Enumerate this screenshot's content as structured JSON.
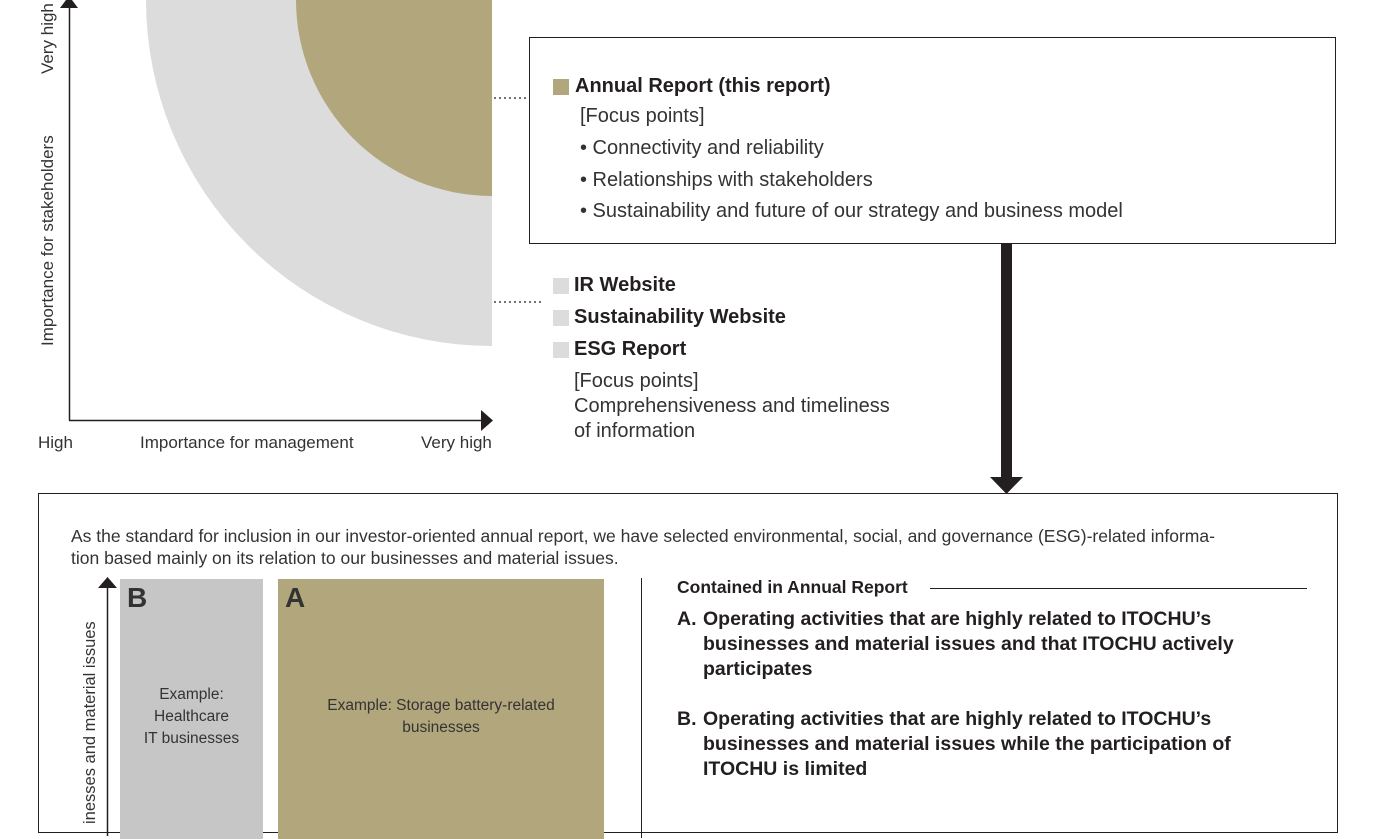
{
  "colors": {
    "annual_report": "#b2a67d",
    "web_reports": "#dcdcdd",
    "quadrant_b": "#c6c6c7",
    "quadrant_a": "#b2a67d",
    "axis": "#231f20"
  },
  "top_chart": {
    "y_axis": {
      "label": "Importance for stakeholders",
      "high_end": "Very high"
    },
    "x_axis": {
      "low_end": "High",
      "label": "Importance for management",
      "high_end": "Very high"
    }
  },
  "annual_report": {
    "title": "Annual Report (this report)",
    "focus_label": "[Focus points]",
    "points": [
      "• Connectivity and reliability",
      "• Relationships with stakeholders",
      "• Sustainability and future of our strategy and business model"
    ]
  },
  "other_media": {
    "items": [
      "IR Website",
      "Sustainability Website",
      "ESG Report"
    ],
    "focus_label": "[Focus points]",
    "focus_lines": [
      "Comprehensiveness and timeliness",
      "of information"
    ]
  },
  "bottom_section": {
    "intro_line1": "As the standard for inclusion in our investor-oriented annual report, we have selected environmental, social, and governance (ESG)-related informa-",
    "intro_line2": "tion based mainly on its relation to our businesses and material issues.",
    "y_axis_label": "inesses and material issues",
    "quadrant_b": {
      "letter": "B",
      "example_lines": [
        "Example:",
        "Healthcare",
        "IT businesses"
      ]
    },
    "quadrant_a": {
      "letter": "A",
      "example_lines": [
        "Example: Storage battery-related",
        "businesses"
      ]
    },
    "contained_heading": "Contained in Annual Report",
    "criteria": [
      {
        "marker": "A.",
        "lines": [
          "Operating activities that are highly related to ITOCHU’s",
          "businesses and material issues and that ITOCHU actively",
          "participates"
        ]
      },
      {
        "marker": "B.",
        "lines": [
          "Operating activities that are highly related to ITOCHU’s",
          "businesses and material issues while the participation of",
          "ITOCHU is limited"
        ]
      }
    ]
  }
}
